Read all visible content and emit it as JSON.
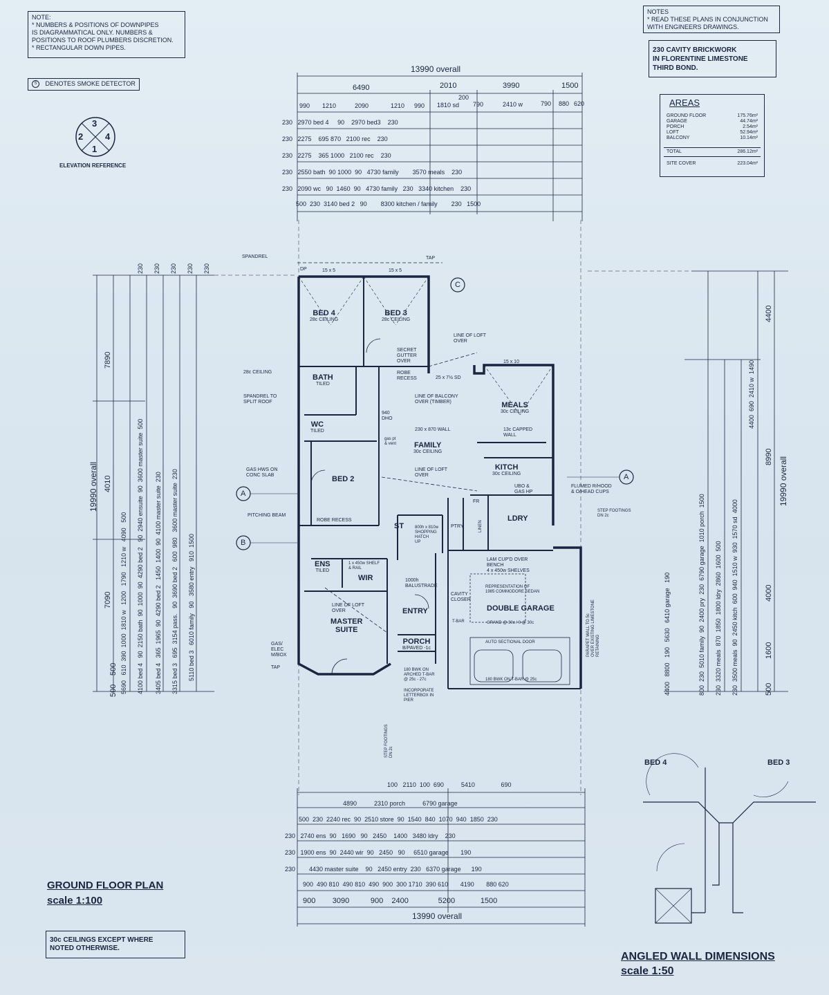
{
  "notes": {
    "downpipes": [
      "NOTE:",
      "* NUMBERS & POSITIONS OF DOWNPIPES",
      "IS DIAGRAMMATICAL ONLY. NUMBERS &",
      "POSITIONS TO ROOF PLUMBERS DISCRETION.",
      "* RECTANGULAR DOWN PIPES."
    ],
    "engineers": [
      "NOTES",
      "* READ THESE PLANS IN CONJUNCTION",
      "WITH ENGINEERS DRAWINGS."
    ],
    "brickwork": [
      "230 CAVITY BRICKWORK",
      "IN FLORENTINE LIMESTONE",
      "THIRD BOND."
    ],
    "smoke": "DENOTES SMOKE DETECTOR",
    "smoke_symbol": "S",
    "ceilings": [
      "30c CEILINGS EXCEPT WHERE",
      "NOTED OTHERWISE."
    ]
  },
  "elevation": {
    "n1": "1",
    "n2": "2",
    "n3": "3",
    "n4": "4",
    "label": "ELEVATION REFERENCE"
  },
  "areas": {
    "title": "AREAS",
    "rows": [
      {
        "name": "GROUND FLOOR",
        "value": "175.76m²"
      },
      {
        "name": "GARAGE",
        "value": "44.74m²"
      },
      {
        "name": "PORCH",
        "value": "2.54m²"
      },
      {
        "name": "LOFT",
        "value": "52.94m²"
      },
      {
        "name": "BALCONY",
        "value": "10.14m²"
      }
    ],
    "total_label": "TOTAL",
    "total_value": "286.12m²",
    "site_label": "SITE COVER",
    "site_value": "223.04m²"
  },
  "titles": {
    "plan": "GROUND FLOOR PLAN",
    "plan_scale": "scale 1:100",
    "angled": "ANGLED WALL DIMENSIONS",
    "angled_scale": "scale 1:50",
    "angled_bed4": "BED 4",
    "angled_bed3": "BED 3"
  },
  "top_dims": {
    "overall": "13990 overall",
    "row1": [
      "6490",
      "2010",
      "3990",
      "1500"
    ],
    "row2": [
      "990",
      "1210",
      "2090",
      "1210",
      "990",
      "1810 sd",
      "200",
      "790",
      "2410 w",
      "790",
      "880",
      "620"
    ],
    "lines": [
      "230   2970 bed 4     90    2970 bed3    230",
      "230   2275    695 870   2100 rec    230",
      "230   2275    365 1000   2100 rec    230",
      "230   2550 bath  90 1000  90   4730 family        3570 meals    230",
      "230   2090 wc   90  1460  90   4730 family   230   3340 kitchen    230",
      "500  230  3140 bed 2   90        8300 kitchen / family        230   1500"
    ]
  },
  "bottom_dims": {
    "overall": "13990 overall",
    "lines": [
      "100   2110  100  690          5410               690",
      "4890          2310 porch          6790 garage",
      "500  230  2240 rec  90  2510 store  90  1540  840  1070  940  1850  230",
      "230   2740 ens  90   1690   90   2450    1400   3480 ldry    230",
      "230   1900 ens  90  2440 wir  90   2450   90     6510 garage       190",
      "230        4430 master suite    90   2450 entry  230   6370 garage      190",
      "900  490 810  490 810  490  900  300 1710  390 610       4190       880 620",
      "900        3090          900    2400              5200            1500"
    ]
  },
  "left_dims": {
    "overall": "19990 overall",
    "major": [
      "7890",
      "4010",
      "7090",
      "500",
      "500"
    ],
    "col1": "5690   610  390  1000  1810 w   1200   1790   1210 w   4090   500",
    "col2": "4100 bed 4   90  2150 bath  90  1000  90  4290 bed 2   90  2940 ensuite  90  3600 master suite  500",
    "col3": "3405 bed 4   365  1965  90  4290 bed 2   1450  1400  90  4100 master suite  230",
    "col4": "3315 bed 3   695  3154 pass.   90  3690 bed 2   600  980   3600 master suite  230",
    "col5": "5110 bed 3   6010 family   90   3580 entry   910  1500",
    "top": [
      "230",
      "230",
      "230",
      "230",
      "230"
    ]
  },
  "right_dims": {
    "overall": "19990 overall",
    "major": [
      "4400",
      "8990",
      "4000",
      "1600",
      "500"
    ],
    "col1": "4400   8800   190   5630   6410 garage   190",
    "col2": "800  230  5010 family  90  2400 pry  230  6790 garage  1010 porch  1500",
    "col3": "230  3320 meals  870  1850  1800 ldry  2860  1600  500",
    "col4": "230  3500 meals  90  2450 kitch  600  940  1510 w  930  1570 sd  4000",
    "col5": "4400  690  2410 w  1490"
  },
  "rooms": {
    "bed4": {
      "name": "BED 4",
      "sub": "28c CEILING"
    },
    "bed3": {
      "name": "BED 3",
      "sub": "28c CEILING"
    },
    "bath": {
      "name": "BATH",
      "sub": "TILED"
    },
    "wc": {
      "name": "WC",
      "sub": "TILED"
    },
    "bed2": {
      "name": "BED 2",
      "sub": ""
    },
    "family": {
      "name": "FAMILY",
      "sub": "30c CEILING"
    },
    "meals": {
      "name": "MEALS",
      "sub": "30c CEILING"
    },
    "kitch": {
      "name": "KITCH",
      "sub": "30c CEILING"
    },
    "ldry": {
      "name": "LDRY",
      "sub": ""
    },
    "st": {
      "name": "ST",
      "sub": ""
    },
    "ens": {
      "name": "ENS",
      "sub": "TILED"
    },
    "wir": {
      "name": "WIR",
      "sub": ""
    },
    "master": {
      "name": "MASTER\nSUITE",
      "sub": ""
    },
    "entry": {
      "name": "ENTRY",
      "sub": ""
    },
    "porch": {
      "name": "PORCH",
      "sub": "B/PAVED -1c"
    },
    "garage": {
      "name": "DOUBLE GARAGE",
      "sub": ""
    },
    "ptry": {
      "name": "PTRY",
      "sub": ""
    }
  },
  "plan_labels": {
    "spandrel": "SPANDREL",
    "tap_top": "TAP",
    "dp_top_left": "DP",
    "roof_left": "15 x 5",
    "roof_right": "15 x 5",
    "secret_gutter": [
      "SECRET",
      "GUTTER",
      "OVER"
    ],
    "robe_recess": [
      "ROBE",
      "RECESS"
    ],
    "loft_over_top": [
      "LINE OF LOFT",
      "OVER"
    ],
    "ceil_28c": "28c CEILING",
    "spandrel_split": [
      "SPANDREL TO",
      "SPLIT ROOF"
    ],
    "balcony_over": [
      "LINE OF BALCONY",
      "OVER (TIMBER)"
    ],
    "wall_230": "230 x 870 WALL",
    "capped_wall": [
      "13c CAPPED",
      "WALL"
    ],
    "roof_mid": "25 x 7½ SD",
    "roof_meals": "15 x 10",
    "gas_hws": [
      "GAS HWS ON",
      "CONC SLAB"
    ],
    "loft_family": [
      "LINE OF LOFT",
      "OVER"
    ],
    "ubo": [
      "UBO &",
      "GAS HP"
    ],
    "flumed": [
      "FLUMED R/HOOD",
      "& O/HEAD CUPS"
    ],
    "step_footings": [
      "STEP FOOTINGS",
      "DN 2c"
    ],
    "pitching_beam": "PITCHING BEAM",
    "robe_recess2": "ROBE RECESS",
    "shopping_hatch": [
      "800h x 810w",
      "SHOPPING",
      "HATCH",
      "UP"
    ],
    "shelf_rail": [
      "1 x 450w SHELF",
      "& RAIL"
    ],
    "balustrade": [
      "1000h",
      "BALUSTRADE"
    ],
    "lam_bench": [
      "LAM CUP'D OVER",
      "BENCH",
      "4 x 450w SHELVES"
    ],
    "commodore": [
      "REPRESENTATION OF",
      "1985 COMMODORE SEDAN"
    ],
    "cavity_closer": [
      "CAVITY",
      "CLOSER"
    ],
    "parapet": [
      "PARAPET WALL TO 5c",
      "OVER EXISTING LIMESTONE",
      "RETAINING"
    ],
    "loft_master": [
      "LINE OF LOFT",
      "OVER"
    ],
    "auto_door": "AUTO SECTIONAL DOOR",
    "bwk_bottom": "180 BWK ON T-BAR @ 25c",
    "bwk_porch": [
      "180 BWK ON",
      "ARCHED T-BAR",
      "@ 25c - 27c"
    ],
    "letterbox": [
      "INCORPORATE",
      "LETTERBOX IN",
      "PIER"
    ],
    "gas_elec": [
      "GAS/",
      "ELEC",
      "M/BOX"
    ],
    "tap_bottom": "TAP",
    "step_footings2": [
      "STEP FOOTINGS",
      "DN 2c"
    ],
    "dho": [
      "940",
      "DHO"
    ],
    "gas_pt": [
      "gas pt",
      "& vent"
    ],
    "section_a": "A",
    "section_b": "B",
    "section_c": "C",
    "fr": "FR",
    "linen": "LINEN",
    "tbar": "T-BAR",
    "grand": "GRAND @ 30c / 0 @ 30c"
  }
}
